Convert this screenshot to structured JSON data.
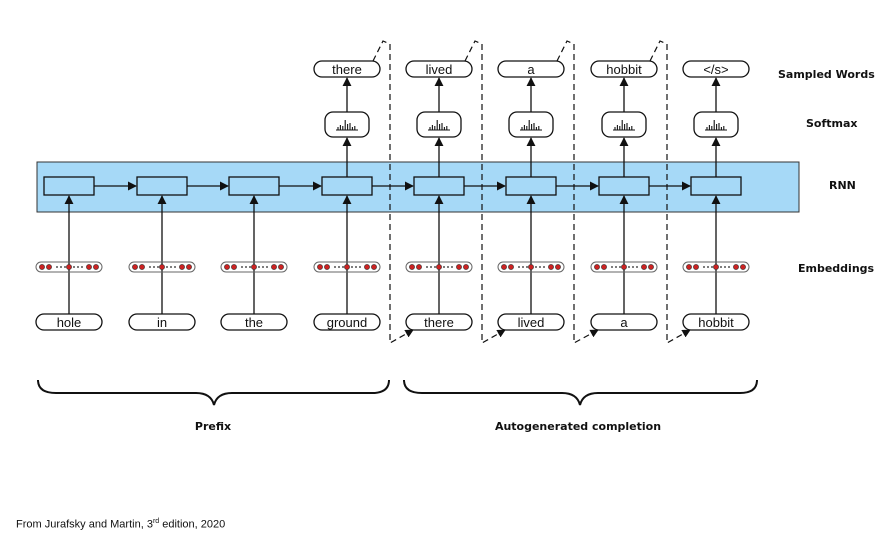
{
  "prefix_words": [
    "hole",
    "in",
    "the",
    "ground"
  ],
  "completion_inputs": [
    "there",
    "lived",
    "a",
    "hobbit"
  ],
  "sampled_words": [
    "there",
    "lived",
    "a",
    "hobbit",
    "</s>"
  ],
  "row_labels": {
    "sampled": "Sampled Words",
    "softmax": "Softmax",
    "rnn": "RNN",
    "embeddings": "Embeddings"
  },
  "braces": {
    "prefix": "Prefix",
    "completion": "Autogenerated completion"
  },
  "citation": {
    "before": "From Jurafsky and Martin, 3",
    "sup": "rd",
    "after": " edition, 2020"
  },
  "colors": {
    "rnn_band": "#a6d9f7",
    "rnn_cell": "#a6d9f7",
    "embedding_dot": "#cc2222",
    "line": "#111111"
  }
}
